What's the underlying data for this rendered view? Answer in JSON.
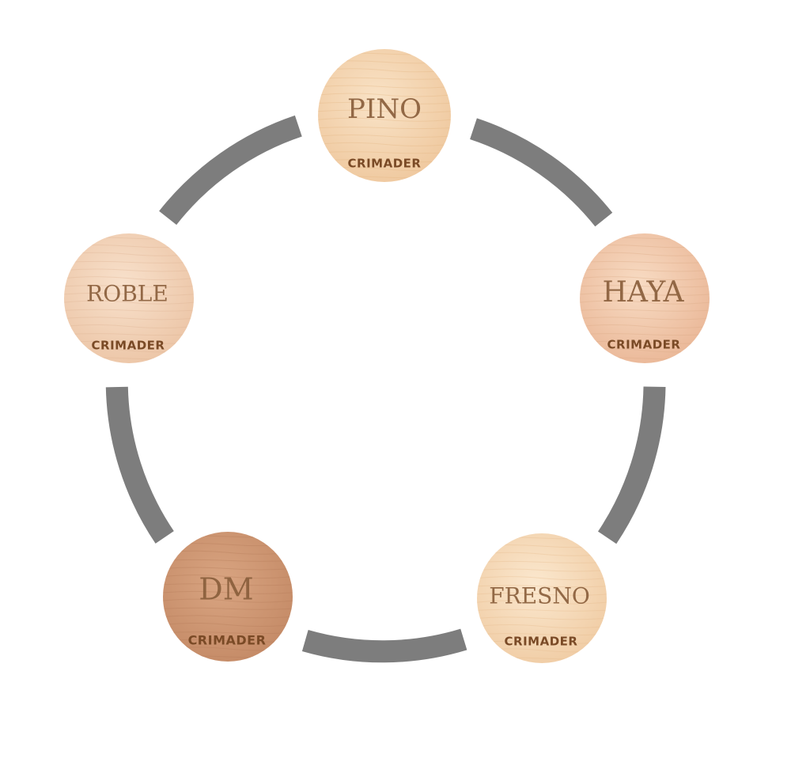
{
  "diagram": {
    "brand": "CRIMADER",
    "nodes": [
      {
        "id": "pino",
        "label": "PINO",
        "colors": {
          "light": "#f9e3c7",
          "dark": "#efc89e",
          "grain": "#e2b582"
        }
      },
      {
        "id": "haya",
        "label": "HAYA",
        "colors": {
          "light": "#f8dcc4",
          "dark": "#eab797",
          "grain": "#dba884"
        }
      },
      {
        "id": "fresno",
        "label": "FRESNO",
        "colors": {
          "light": "#fbe8cf",
          "dark": "#f0cca4",
          "grain": "#e4b98c"
        }
      },
      {
        "id": "dm",
        "label": "DM",
        "colors": {
          "light": "#d9a582",
          "dark": "#c48a66",
          "grain": "#b57c5a"
        }
      },
      {
        "id": "roble",
        "label": "ROBLE",
        "colors": {
          "light": "#f8e1cc",
          "dark": "#ecc5a6",
          "grain": "#ddb392"
        }
      }
    ],
    "connector_color": "#7d7d7d",
    "label_color": "#8a5f3c",
    "brand_color": "#7a4a26"
  }
}
